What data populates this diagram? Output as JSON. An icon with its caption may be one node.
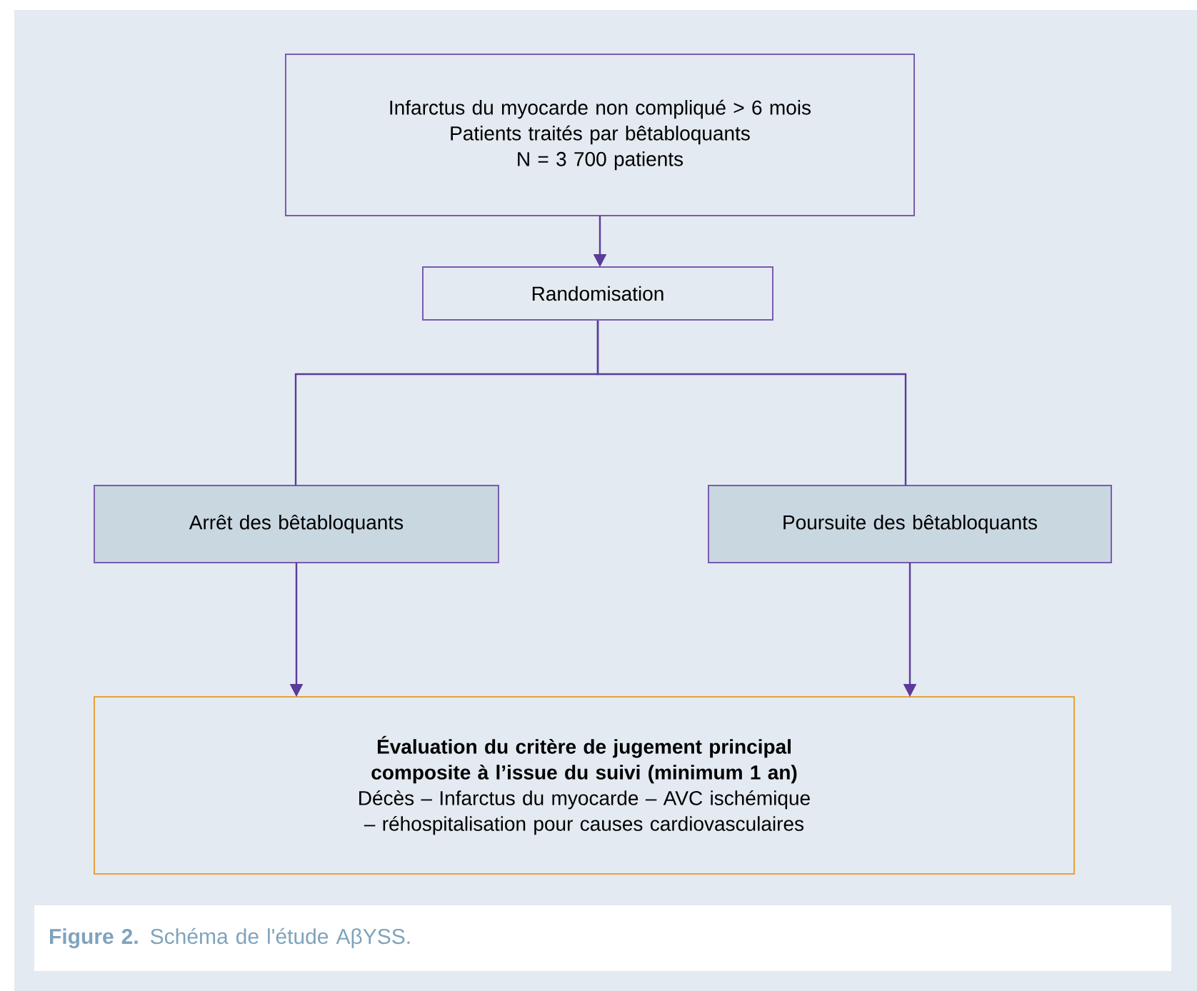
{
  "diagram": {
    "caption": "**Figure 2.** Schéma de l'étude AβYSS.",
    "nodes": [
      {
        "text": [
          "Infarctus du myocarde non compliqué > 6 mois",
          "Patients traités par bêtabloquants",
          "N = 3 700 patients"
        ]
      },
      {
        "text": [
          "Randomisation"
        ]
      },
      {
        "text": [
          "Arrêt des bêtabloquants"
        ]
      },
      {
        "text": [
          "Poursuite des bêtabloquants"
        ]
      },
      {
        "text": [
          "Évaluation du critère de jugement principal composite à l’issue du suivi (minimum 1 an)",
          "Décès – Infarctus du myocarde – AVC ischémique – réhospitalisation pour causes cardiovasculaires"
        ]
      }
    ],
    "edges": [
      {
        "from": 0,
        "to": 1,
        "arrow": "to"
      },
      {
        "from": 1,
        "to": 2,
        "arrow": "none"
      },
      {
        "from": 1,
        "to": 3,
        "arrow": "none"
      },
      {
        "from": 2,
        "to": 4,
        "arrow": "to"
      },
      {
        "from": 3,
        "to": 4,
        "arrow": "to"
      }
    ]
  }
}
